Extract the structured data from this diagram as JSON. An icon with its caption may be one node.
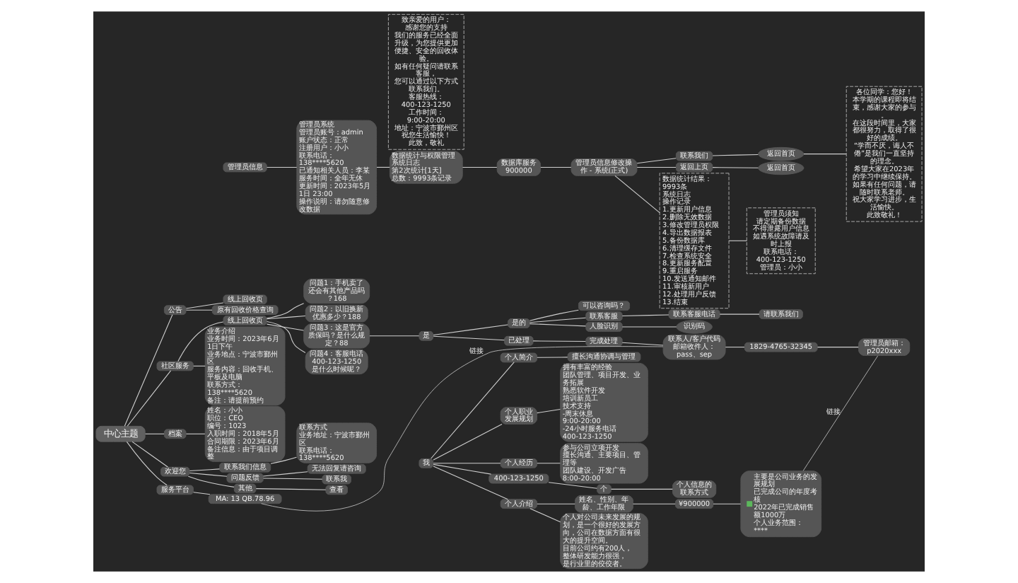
{
  "diagram": {
    "nodes": [
      {
        "text": [
          "中心主题"
        ]
      },
      {
        "text": [
          "公告"
        ]
      },
      {
        "text": [
          "线上回收页"
        ]
      },
      {
        "text": [
          "原有回收价格查询"
        ]
      },
      {
        "text": [
          "社区服务"
        ]
      },
      {
        "text": [
          "线上回收页"
        ]
      },
      {
        "text": [
          "问题1：手机卖了还会有其他产品吗？168"
        ]
      },
      {
        "text": [
          "问题2：以旧换新优惠多少？188"
        ]
      },
      {
        "text": [
          "问题3：这是官方质保吗？是什么规定？88"
        ]
      },
      {
        "text": [
          "问题4：客服电话400-123-1250是什么时候呢？"
        ]
      },
      {
        "text": [
          "是"
        ]
      },
      {
        "text": [
          "是的"
        ]
      },
      {
        "text": [
          "可以咨询吗？"
        ]
      },
      {
        "text": [
          "联系客服"
        ]
      },
      {
        "text": [
          "联系客服电话"
        ]
      },
      {
        "text": [
          "请联系我们"
        ]
      },
      {
        "text": [
          "人脸识别"
        ]
      },
      {
        "text": [
          "识别码"
        ]
      },
      {
        "text": [
          "已处理"
        ]
      },
      {
        "text": [
          "完成处理"
        ]
      },
      {
        "text": [
          "联系人/客户代码邮箱收件人：pass、sep"
        ]
      },
      {
        "text": [
          "1829-4765-32345"
        ]
      },
      {
        "text": [
          "管理员邮箱：p2020xxx"
        ]
      },
      {
        "text": [
          "业务介绍",
          "业务时间：2023年6月1日下午",
          "业务地点：宁波市鄞州区",
          "服务内容：回收手机、平板及电脑",
          "联系方式：138****5620",
          "备注：请提前预约"
        ]
      },
      {
        "text": [
          "档案"
        ]
      },
      {
        "text": [
          "姓名：小小",
          "职位：CEO",
          "编号：1023",
          "入职时间：2018年5月",
          "合同期限：2023年6月",
          "备注信息：由于项目调整"
        ]
      },
      {
        "text": [
          "欢迎您"
        ]
      },
      {
        "text": [
          "联系我们信息"
        ]
      },
      {
        "text": [
          "联系方式",
          "业务地址：宁波市鄞州区",
          "联系电话：138****5620"
        ]
      },
      {
        "text": [
          "问题反馈"
        ]
      },
      {
        "text": [
          "无法回复请咨询"
        ]
      },
      {
        "text": [
          "联系我"
        ]
      },
      {
        "text": [
          "其他"
        ]
      },
      {
        "text": [
          "查看"
        ]
      },
      {
        "text": [
          "服务平台"
        ]
      },
      {
        "text": [
          "MA: 13 QB.78.96"
        ]
      },
      {
        "text": [
          "我"
        ]
      },
      {
        "text": [
          "个人简介"
        ]
      },
      {
        "text": [
          "擅长沟通协调与管理"
        ]
      },
      {
        "text": [
          "个人职业发展规划"
        ]
      },
      {
        "text": [
          "拥有丰富的经验",
          "团队管理、项目开发、业务拓展",
          "熟悉软件开发",
          "培训新员工",
          "技术支持",
          "-周末休息 9:00-20:00",
          "-24小时服务电话 400-123-1250"
        ]
      },
      {
        "text": [
          "个人经历"
        ]
      },
      {
        "text": [
          "参与公司立项开发",
          "擅长沟通、主要项目、管理等",
          "团队建设、开发广告",
          "8:00-20:00"
        ]
      },
      {
        "text": [
          "400-123-1250"
        ]
      },
      {
        "text": [
          "个"
        ]
      },
      {
        "text": [
          "个人信息的联系方式"
        ]
      },
      {
        "text": [
          "个人介绍"
        ]
      },
      {
        "text": [
          "姓名、性别、年龄、工作年限"
        ]
      },
      {
        "text": [
          "个人对公司未来发展的规划，是一个很好的发展方向，公司在数据方面有很大的提升空间。",
          "目前公司约有200人，",
          "整体研发能力很强，",
          "是行业里的佼佼者。"
        ]
      },
      {
        "text": [
          "¥900000"
        ]
      },
      {
        "text": [
          "主要是公司业务的发展规划",
          "已完成公司的年度考核",
          "2022年已完成销售额1000万",
          "个人业务范围：****"
        ]
      },
      {
        "text": [
          "管理员信息"
        ]
      },
      {
        "text": [
          "管理员系统",
          "管理员账号：admin",
          "账户状态：正常",
          "注册用户：小小",
          "联系电话：138****5620",
          "已通知相关人员：李某",
          "服务时间：全年无休",
          "更新时间：2023年5月1日 23:00",
          "操作说明：请勿随意修改数据"
        ]
      },
      {
        "text": [
          "数据统计与权限管理",
          "系统日志",
          "第2次统计[1天]",
          "总数：9993条记录"
        ]
      },
      {
        "text": [
          "数据库服务900000"
        ]
      },
      {
        "text": [
          "管理员信息修改操作 - 系统(正式)"
        ]
      },
      {
        "text": [
          "联系我们"
        ]
      },
      {
        "text": [
          "返回首页"
        ]
      },
      {
        "text": [
          "返回上页"
        ]
      },
      {
        "text": [
          "返回首页"
        ]
      },
      {
        "text": [
          "各位同学：您好！",
          "本学期的课程即将结束，感谢大家的参与。",
          "在这段时间里，大家都很努力，取得了很好的成绩。",
          "“学而不厌，诲人不倦”是我们一直坚持的理念。",
          "希望大家在2023年的学习中继续保持。",
          "如果有任何问题，请随时联系老师。",
          "祝大家学习进步，生活愉快。",
          "此致敬礼！"
        ]
      },
      {
        "text": [
          "致亲爱的用户：",
          "感谢您的支持",
          "我们的服务已经全面升级，为您提供更加便捷、安全的回收体验。",
          "如有任何疑问请联系客服，",
          "您可以通过以下方式联系我们。",
          "客服热线：400-123-1250",
          "工作时间：9:00-20:00",
          "地址：宁波市鄞州区",
          "祝您生活愉快！",
          "此致，敬礼"
        ]
      },
      {
        "text": [
          "数据统计结果：9993条",
          "系统日志",
          "操作记录",
          "1.更新用户信息",
          "2.删除无效数据",
          "3.修改管理员权限",
          "4.导出数据报表",
          "5.备份数据库",
          "6.清理缓存文件",
          "7.检查系统安全",
          "8.更新服务配置",
          "9.重启服务",
          "10.发送通知邮件",
          "11.审核新用户",
          "12.处理用户反馈",
          "13.结束"
        ]
      },
      {
        "text": [
          "管理员须知",
          "请定期备份数据",
          "不得泄露用户信息",
          "如遇系统故障请及时上报",
          "联系电话：400-123-1250",
          "管理员：小小"
        ]
      }
    ],
    "edges": [
      {
        "from": 0,
        "to": 1,
        "arrow": "none"
      },
      {
        "from": 1,
        "to": 2,
        "arrow": "none"
      },
      {
        "from": 1,
        "to": 3,
        "arrow": "none"
      },
      {
        "from": 0,
        "to": 4,
        "arrow": "none"
      },
      {
        "from": 4,
        "to": 5,
        "arrow": "none"
      },
      {
        "from": 5,
        "to": 6,
        "arrow": "none"
      },
      {
        "from": 5,
        "to": 7,
        "arrow": "none"
      },
      {
        "from": 5,
        "to": 8,
        "arrow": "none"
      },
      {
        "from": 5,
        "to": 9,
        "arrow": "none"
      },
      {
        "from": 8,
        "to": 10,
        "arrow": "none"
      },
      {
        "from": 10,
        "to": 11,
        "arrow": "none"
      },
      {
        "from": 11,
        "to": 12,
        "arrow": "none"
      },
      {
        "from": 11,
        "to": 13,
        "arrow": "none"
      },
      {
        "from": 13,
        "to": 14,
        "arrow": "none"
      },
      {
        "from": 14,
        "to": 15,
        "arrow": "none"
      },
      {
        "from": 11,
        "to": 16,
        "arrow": "none"
      },
      {
        "from": 16,
        "to": 17,
        "arrow": "none"
      },
      {
        "from": 10,
        "to": 18,
        "arrow": "none"
      },
      {
        "from": 18,
        "to": 19,
        "arrow": "none"
      },
      {
        "from": 19,
        "to": 20,
        "arrow": "none"
      },
      {
        "from": 20,
        "to": 21,
        "arrow": "none"
      },
      {
        "from": 21,
        "to": 22,
        "arrow": "none"
      },
      {
        "from": 4,
        "to": 23,
        "arrow": "none"
      },
      {
        "from": 0,
        "to": 24,
        "arrow": "none"
      },
      {
        "from": 24,
        "to": 25,
        "arrow": "none"
      },
      {
        "from": 0,
        "to": 26,
        "arrow": "none"
      },
      {
        "from": 26,
        "to": 27,
        "arrow": "none"
      },
      {
        "from": 27,
        "to": 28,
        "arrow": "none"
      },
      {
        "from": 26,
        "to": 29,
        "arrow": "none"
      },
      {
        "from": 29,
        "to": 30,
        "arrow": "none"
      },
      {
        "from": 29,
        "to": 31,
        "arrow": "none"
      },
      {
        "from": 26,
        "to": 32,
        "arrow": "none"
      },
      {
        "from": 32,
        "to": 33,
        "arrow": "none"
      },
      {
        "from": 0,
        "to": 34,
        "arrow": "none"
      },
      {
        "from": 34,
        "to": 35,
        "arrow": "none"
      },
      {
        "from": 35,
        "to": 20,
        "arrow": "none",
        "label": "链接"
      },
      {
        "from": 36,
        "to": 37,
        "arrow": "none"
      },
      {
        "from": 37,
        "to": 38,
        "arrow": "none"
      },
      {
        "from": 36,
        "to": 39,
        "arrow": "none"
      },
      {
        "from": 39,
        "to": 40,
        "arrow": "none"
      },
      {
        "from": 36,
        "to": 41,
        "arrow": "none"
      },
      {
        "from": 41,
        "to": 42,
        "arrow": "none"
      },
      {
        "from": 36,
        "to": 43,
        "arrow": "none"
      },
      {
        "from": 43,
        "to": 44,
        "arrow": "none"
      },
      {
        "from": 44,
        "to": 45,
        "arrow": "none"
      },
      {
        "from": 36,
        "to": 46,
        "arrow": "none"
      },
      {
        "from": 46,
        "to": 47,
        "arrow": "none"
      },
      {
        "from": 46,
        "to": 48,
        "arrow": "none"
      },
      {
        "from": 47,
        "to": 49,
        "arrow": "none"
      },
      {
        "from": 49,
        "to": 50,
        "arrow": "none"
      },
      {
        "from": 50,
        "to": 22,
        "arrow": "none",
        "label": "链接"
      },
      {
        "from": 51,
        "to": 52,
        "arrow": "none"
      },
      {
        "from": 52,
        "to": 53,
        "arrow": "none"
      },
      {
        "from": 53,
        "to": 54,
        "arrow": "none"
      },
      {
        "from": 54,
        "to": 55,
        "arrow": "none"
      },
      {
        "from": 55,
        "to": 56,
        "arrow": "none"
      },
      {
        "from": 56,
        "to": 57,
        "arrow": "none"
      },
      {
        "from": 55,
        "to": 58,
        "arrow": "none"
      },
      {
        "from": 58,
        "to": 59,
        "arrow": "none"
      },
      {
        "from": 57,
        "to": 60,
        "arrow": "none"
      },
      {
        "from": 55,
        "to": 62,
        "arrow": "none"
      },
      {
        "from": 62,
        "to": 63,
        "arrow": "none"
      }
    ]
  }
}
